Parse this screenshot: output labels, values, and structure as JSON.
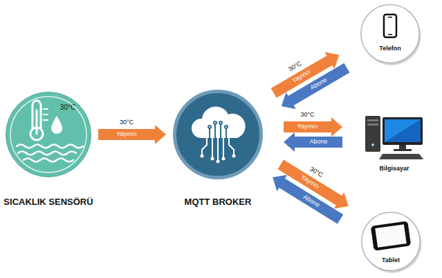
{
  "diagram": {
    "nodes": [
      {
        "text": [
          "30°C",
          "SICAKLIK SENSÖRÜ"
        ]
      },
      {
        "text": [
          "MQTT BROKER"
        ]
      },
      {
        "text": [
          "Telefon"
        ]
      },
      {
        "text": [
          "Bilgisayar"
        ]
      },
      {
        "text": [
          "Tablet"
        ]
      }
    ],
    "edges": [
      {
        "from": 0,
        "to": 1,
        "label": "Yayıncı",
        "arrow": "to"
      },
      {
        "from": 1,
        "to": 2,
        "label": "Yayıncı",
        "arrow": "to"
      },
      {
        "from": 2,
        "to": 1,
        "label": "Abone",
        "arrow": "to"
      },
      {
        "from": 1,
        "to": 3,
        "label": "Yayıncı",
        "arrow": "to"
      },
      {
        "from": 3,
        "to": 1,
        "label": "Abone",
        "arrow": "to"
      },
      {
        "from": 1,
        "to": 4,
        "label": "Yayıncı",
        "arrow": "to"
      },
      {
        "from": 4,
        "to": 1,
        "label": "Abone",
        "arrow": "to"
      }
    ],
    "labels": [
      "30°C",
      "30°C",
      "30°C",
      "30°C"
    ]
  }
}
